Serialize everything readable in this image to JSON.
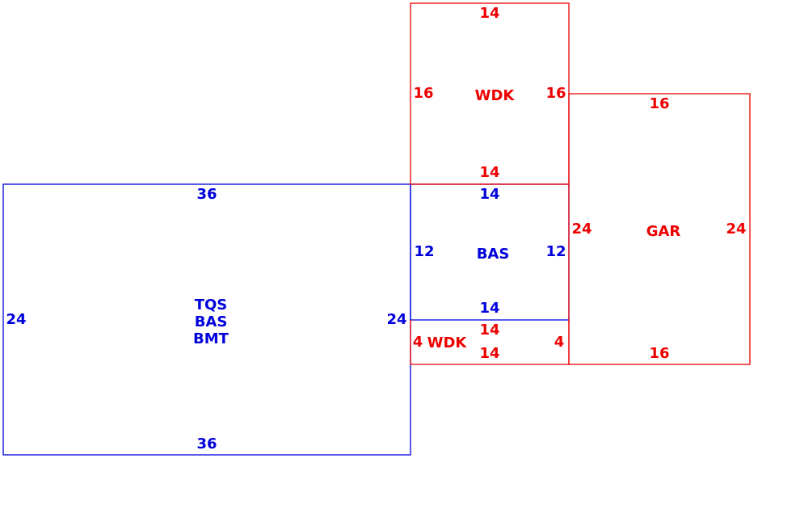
{
  "colors": {
    "living": "#0000dd",
    "other": "#ee0000",
    "background": "#ffffff"
  },
  "areas": {
    "main": {
      "codes": [
        "TQS",
        "BAS",
        "BMT"
      ],
      "top": "36",
      "bottom": "36",
      "left": "24",
      "right": "24"
    },
    "bas_small": {
      "code": "BAS",
      "top": "14",
      "bottom": "14",
      "left": "12",
      "right": "12"
    },
    "wdk_upper": {
      "code": "WDK",
      "top": "14",
      "bottom": "14",
      "left": "16",
      "right": "16"
    },
    "garage": {
      "code": "GAR",
      "top": "16",
      "bottom": "16",
      "left": "24",
      "right": "24"
    },
    "wdk_lower": {
      "code": "WDK",
      "top": "14",
      "bottom": "14",
      "left": "4",
      "right": "4"
    }
  }
}
